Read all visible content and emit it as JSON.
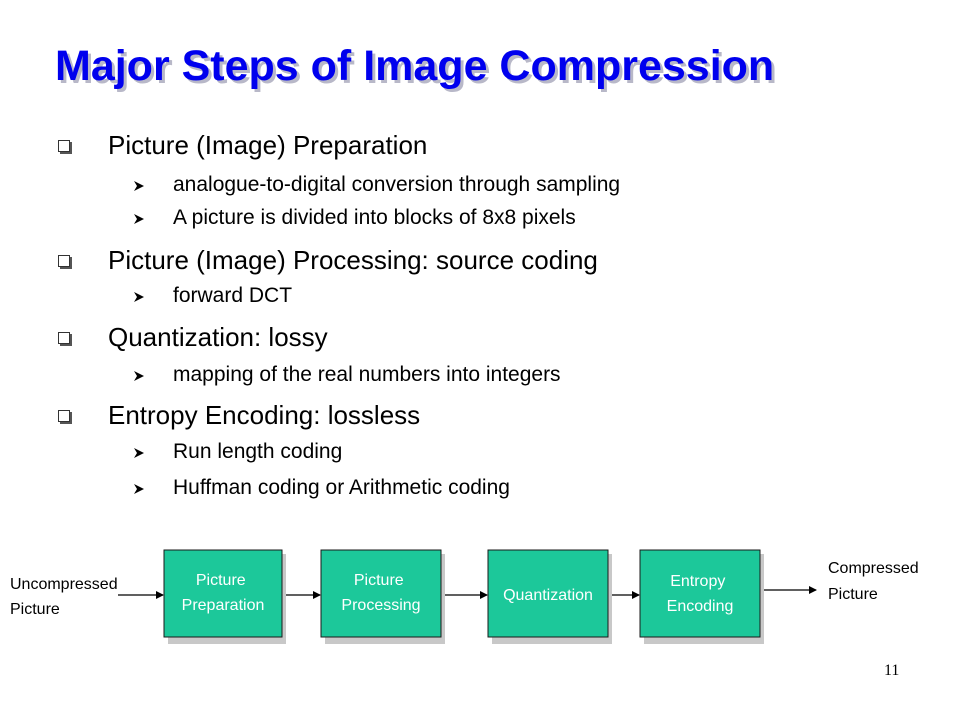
{
  "slide": {
    "title": "Major Steps of Image Compression",
    "page_number": "11"
  },
  "bullets": [
    {
      "text": "Picture (Image) Preparation",
      "subitems": [
        "analogue-to-digital conversion through sampling",
        "A picture is divided into blocks of 8x8 pixels"
      ]
    },
    {
      "text": "Picture (Image) Processing: source coding",
      "subitems": [
        "forward DCT"
      ]
    },
    {
      "text": "Quantization: lossy",
      "subitems": [
        "mapping of the real numbers into integers"
      ]
    },
    {
      "text": "Entropy Encoding: lossless",
      "subitems": [
        "Run length coding",
        "Huffman coding or Arithmetic coding"
      ]
    }
  ],
  "diagram": {
    "input_label": [
      "Uncompressed",
      "Picture"
    ],
    "output_label": [
      "Compressed",
      "Picture"
    ],
    "steps": [
      {
        "lines": [
          "Picture",
          "Preparation"
        ]
      },
      {
        "lines": [
          "Picture",
          "Processing"
        ]
      },
      {
        "lines": [
          "Quantization"
        ]
      },
      {
        "lines": [
          "Entropy",
          "Encoding"
        ]
      }
    ]
  },
  "colors": {
    "title": "#0000ee",
    "title_shadow": "#b8b8c8",
    "box_fill": "#1cc89a",
    "box_border": "#1a1a1a",
    "box_text": "#ffffff"
  },
  "icons": {
    "level1_bullet": "hollow-square-icon",
    "level2_bullet": "arrowhead-icon"
  }
}
